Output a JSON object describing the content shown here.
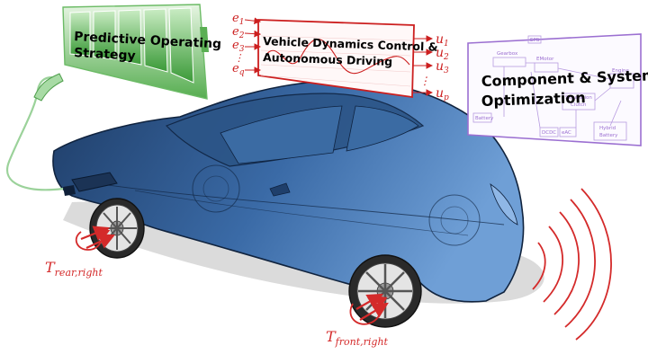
{
  "colors": {
    "battery_green": "#3d9a3d",
    "control_red": "#cc1f1f",
    "system_purple": "#9b6fd1",
    "car_blue": "#2f5d95",
    "torque_red": "#d42a2a"
  },
  "blocks": {
    "strategy": {
      "line1": "Predictive Operating",
      "line2": "Strategy"
    },
    "control": {
      "line1": "Vehicle Dynamics Control &",
      "line2": "Autonomous Driving",
      "inputs": [
        "e",
        "e",
        "e",
        "e"
      ],
      "input_subs": [
        "1",
        "2",
        "3",
        "q"
      ],
      "outputs": [
        "u",
        "u",
        "u",
        "u"
      ],
      "output_subs": [
        "1",
        "2",
        "3",
        "p"
      ],
      "ellipsis": "⋮"
    },
    "system": {
      "line1": "Component & System",
      "line2": "Optimization",
      "parts": {
        "gearbox": "Gearbox",
        "eps": "EPS",
        "emotor": "EMotor",
        "engine": "Engine",
        "separation": "Separation",
        "clutch": "Clutch",
        "battery": "Battery",
        "dcdc": "DCDC",
        "eac": "eAC",
        "hybrid": "Hybrid",
        "hybrid_battery": "Battery"
      }
    }
  },
  "torques": {
    "rear": {
      "main": "T",
      "sub": "rear,right"
    },
    "front": {
      "main": "T",
      "sub": "front,right"
    }
  }
}
